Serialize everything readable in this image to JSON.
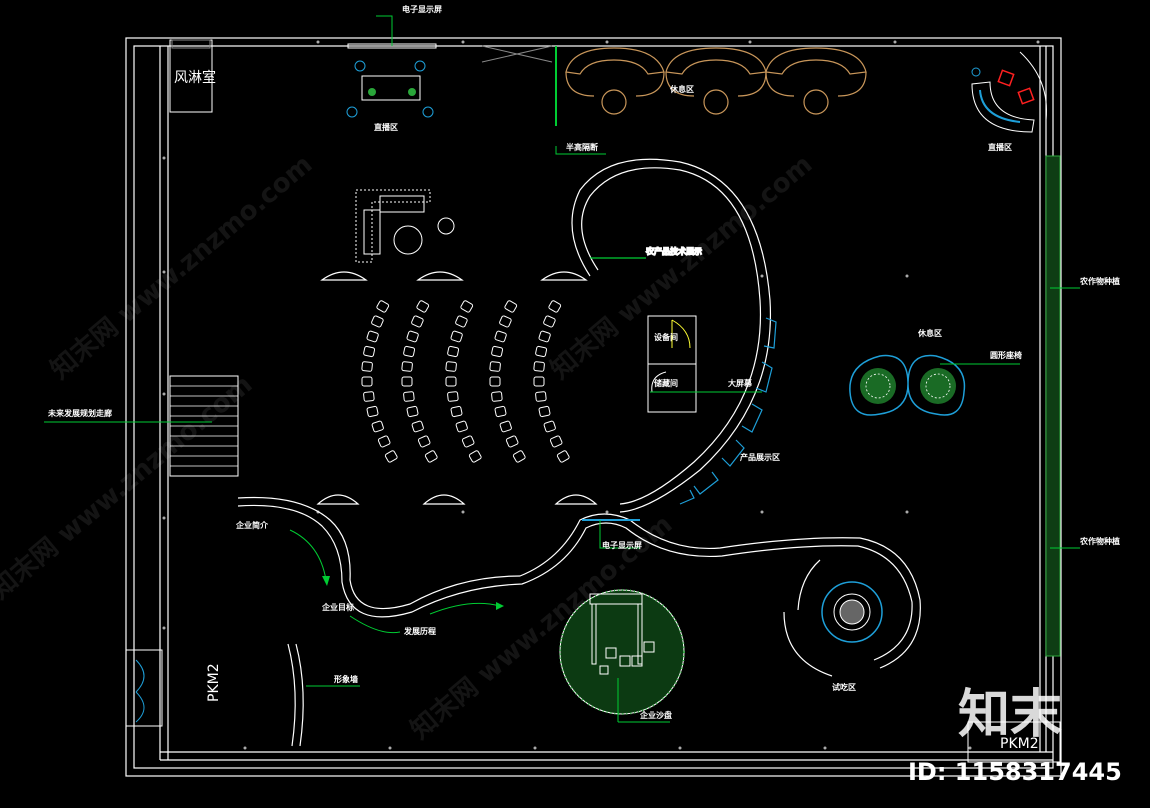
{
  "colors": {
    "wall": "#ffffff",
    "leader": "#00cc33",
    "glass": "#1e9fd8",
    "sofa": "#c8965a",
    "seat": "#ff2020",
    "plant": "#2aa63a"
  },
  "labels": {
    "screen_top": "电子显示屏",
    "shower_room": "风淋室",
    "live_area_left": "直播区",
    "rest_area_top": "休息区",
    "half_partition": "半高隔断",
    "live_area_right": "直播区",
    "agri_tech_display": "农产品技术展示",
    "equipment_room": "设备间",
    "storage_room": "储藏间",
    "big_screen": "大屏幕",
    "rest_area_right": "休息区",
    "round_seat": "圆形座椅",
    "crop_planting_1": "农作物种植",
    "future_corridor": "未来发展规划走廊",
    "product_display": "产品展示区",
    "company_intro": "企业简介",
    "screen_bottom": "电子显示屏",
    "company_goal": "企业目标",
    "development_history": "发展历程",
    "image_wall": "形象墙",
    "crop_planting_2": "农作物种植",
    "sand_table": "企业沙盘",
    "tasting_area": "试吃区",
    "pkm2_left": "PKM2",
    "pkm2_right": "PKM2"
  },
  "branding": {
    "logo_text": "知末",
    "id_text": "ID: 1158317445",
    "watermark": "知末网 www.znzmo.com"
  }
}
